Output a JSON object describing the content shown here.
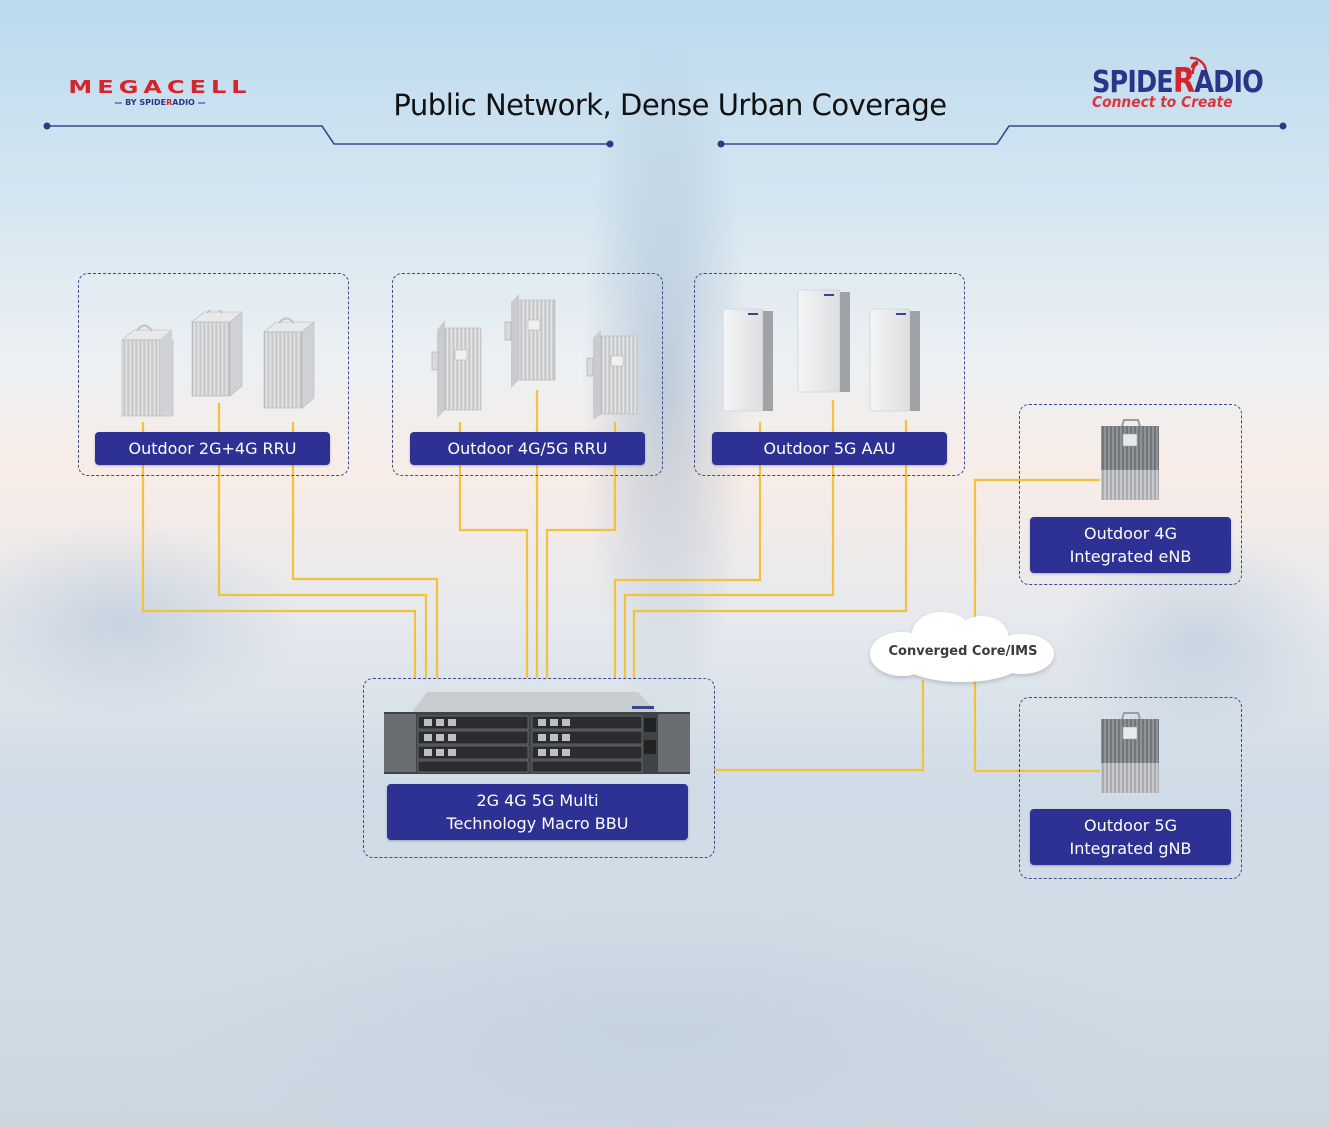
{
  "header": {
    "title": "Public Network, Dense Urban Coverage",
    "left_logo": {
      "brand": "MEGACELL",
      "byline_prefix": "— BY SPIDE",
      "byline_r": "R",
      "byline_suffix": "ADIO —"
    },
    "right_logo": {
      "brand_prefix": "SPIDE",
      "brand_r": "R",
      "brand_suffix": "ADIO",
      "tagline": "Connect to Create"
    }
  },
  "colors": {
    "label_bg": "#2d3193",
    "link": "#f2c23c",
    "dash_border": "#3f4a8e",
    "brand_red": "#d7232a",
    "brand_blue": "#2b3488"
  },
  "groups": {
    "rru_2g4g": {
      "label": "Outdoor 2G+4G RRU",
      "device_count": 3,
      "device_icon": "rru-unit-icon"
    },
    "rru_4g5g": {
      "label": "Outdoor 4G/5G RRU",
      "device_count": 3,
      "device_icon": "rru-panel-icon"
    },
    "aau_5g": {
      "label": "Outdoor 5G AAU",
      "device_count": 3,
      "device_icon": "aau-panel-icon"
    },
    "enb_4g": {
      "label_line1": "Outdoor 4G",
      "label_line2": "Integrated eNB",
      "device_icon": "integrated-base-station-icon"
    },
    "gnb_5g": {
      "label_line1": "Outdoor 5G",
      "label_line2": "Integrated gNB",
      "device_icon": "integrated-base-station-icon"
    },
    "bbu": {
      "label_line1": "2G 4G 5G Multi",
      "label_line2": "Technology Macro BBU",
      "device_icon": "bbu-chassis-icon"
    }
  },
  "core": {
    "label": "Converged Core/IMS",
    "icon": "cloud-icon"
  }
}
